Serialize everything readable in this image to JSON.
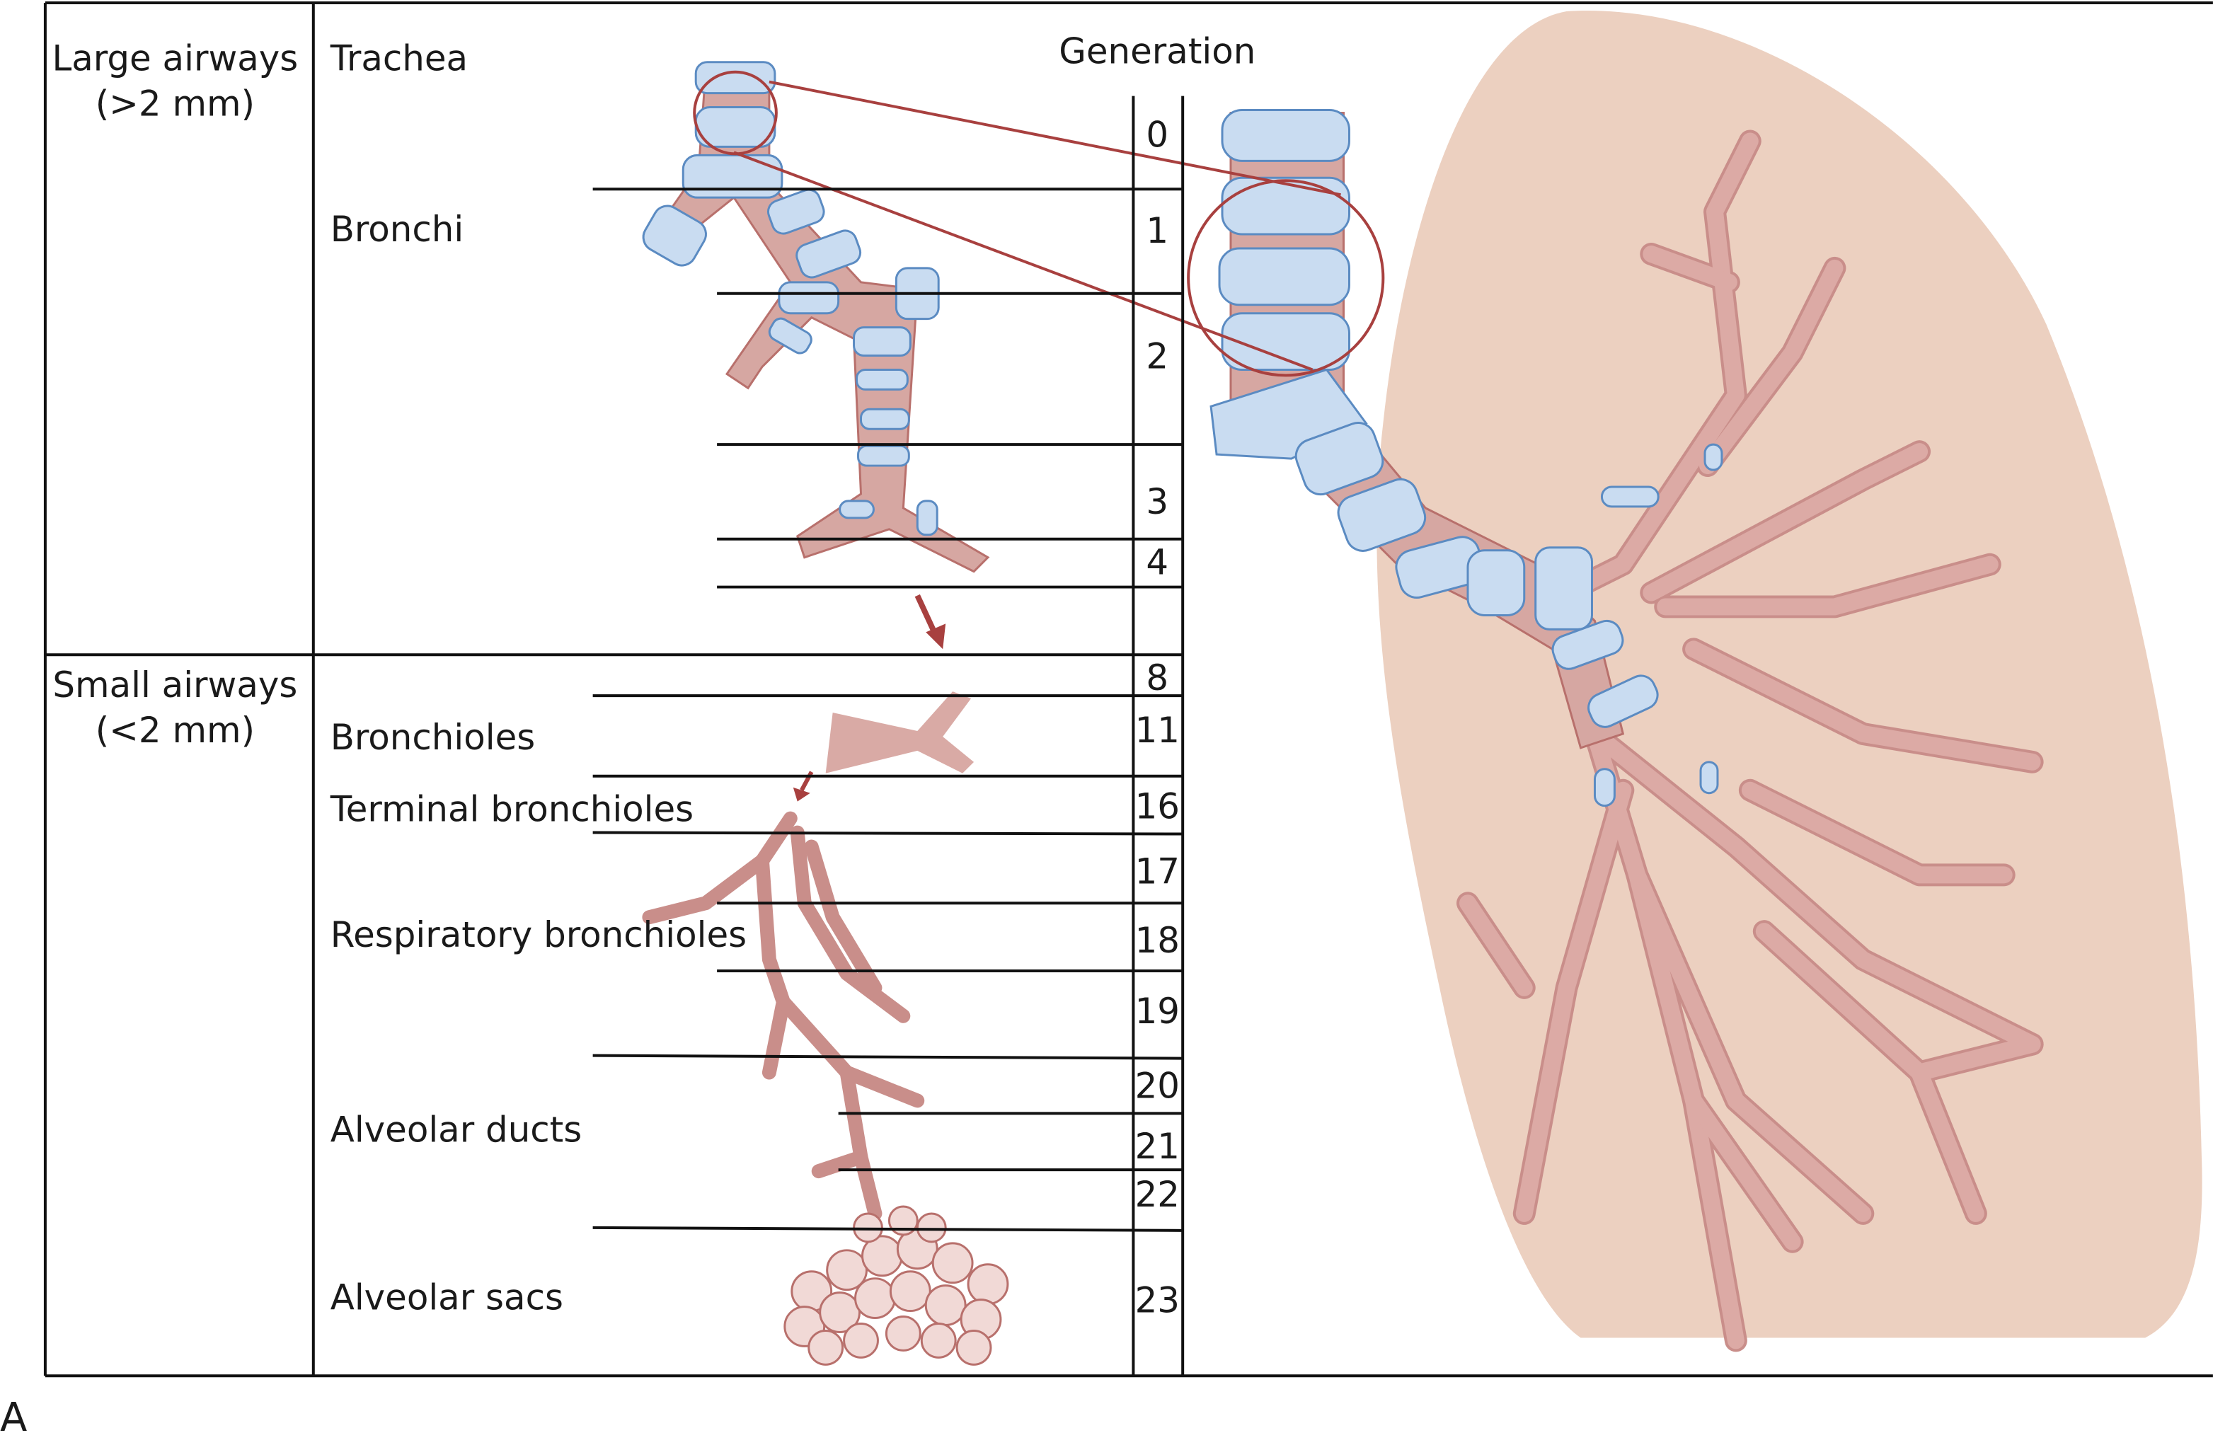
{
  "figure_label": "A",
  "column_header": "Generation",
  "categories": [
    {
      "label_line1": "Large airways",
      "label_line2": "(>2 mm)"
    },
    {
      "label_line1": "Small airways",
      "label_line2": "(<2 mm)"
    }
  ],
  "structures": [
    "Trachea",
    "Bronchi",
    "Bronchioles",
    "Terminal bronchioles",
    "Respiratory bronchioles",
    "Alveolar ducts",
    "Alveolar sacs"
  ],
  "generations": [
    "0",
    "1",
    "2",
    "3",
    "4",
    "8",
    "11",
    "16",
    "17",
    "18",
    "19",
    "20",
    "21",
    "22",
    "23"
  ],
  "colors": {
    "lung": "#ecd0c0",
    "airway": "#d6a7a2",
    "cartilage": "#c9dcf1",
    "highlight": "#a8403f"
  }
}
